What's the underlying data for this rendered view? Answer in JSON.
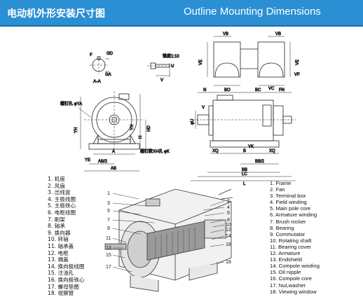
{
  "header": {
    "title_cn": "电动机外形安装尺寸图",
    "title_en": "Outline Mounting Dimensions"
  },
  "colors": {
    "header_bg": "#2a8fd3",
    "line": "#222222"
  },
  "views": {
    "shaft_section": {
      "caption": "A-A",
      "labels": [
        "F",
        "GD",
        "GA"
      ]
    },
    "shaft_end": {
      "labels": [
        "锥度1:10",
        "V",
        "U"
      ]
    },
    "top_view": {
      "labels": [
        "VB",
        "VB",
        "VE",
        "VC",
        "VF",
        "VE"
      ]
    },
    "end_view": {
      "labels": [
        "螺钉孔 φYA",
        "YH",
        "YH",
        "HD",
        "H",
        "A",
        "AB/2",
        "AB",
        "YE",
        "螺钉数XH孔 φK"
      ]
    },
    "side_view": {
      "labels": [
        "N",
        "BO",
        "BC",
        "FN",
        "V",
        "φU",
        "XQ",
        "B",
        "YK",
        "XQ",
        "BB/2",
        "BB",
        "LC",
        "L"
      ]
    }
  },
  "parts_cn": [
    "1. 机座",
    "2. 风扇",
    "3. 出线盒",
    "4. 主极线圈",
    "5. 主极铁心",
    "6. 电枢线圈",
    "7. 刷架",
    "8. 轴承",
    "9. 换向器",
    "10. 转轴",
    "11. 轴承盖",
    "12. 电枢",
    "13. 端盖",
    "14. 换向极线圈",
    "15. 注油孔",
    "16. 换向极铁心",
    "17. 螺母垫圈",
    "18. 视察窗"
  ],
  "parts_en": [
    "1. Frame",
    "2. Fan",
    "3. Terminal box",
    "4. Field winding",
    "5. Main pole core",
    "6. Armature winding",
    "7. Brush rocker",
    "8. Bearing",
    "9. Commutator",
    "10. Rotating shaft",
    "11. Bearing cover",
    "12. Armature",
    "13. Endshield",
    "14. Compole winding",
    "15. Oil nipple",
    "16. Compole core",
    "17. Nut,washer",
    "18. Viewing window"
  ],
  "cutaway_callouts": {
    "left": [
      "1",
      "3",
      "5",
      "7",
      "9",
      "11",
      "13",
      "15",
      "17"
    ],
    "right": [
      "2",
      "4",
      "6",
      "8",
      "10",
      "12",
      "14",
      "16",
      "18"
    ]
  }
}
